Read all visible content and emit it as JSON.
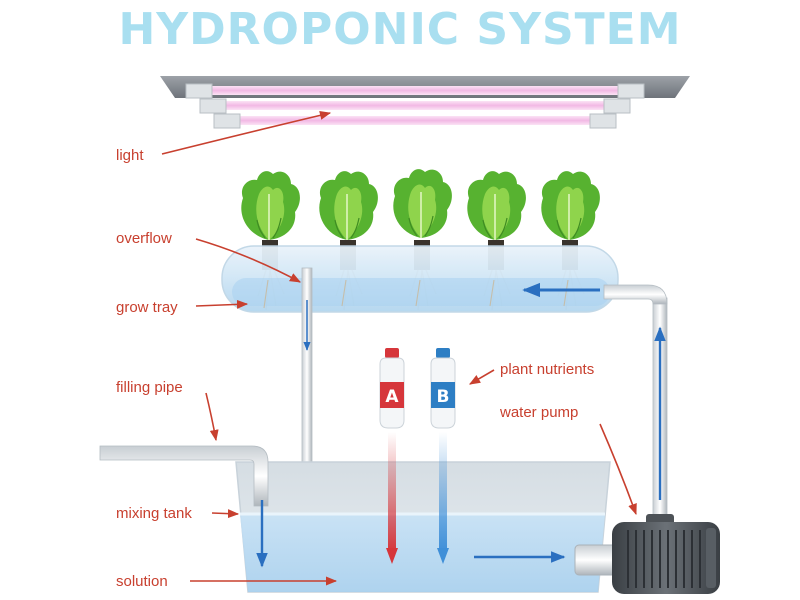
{
  "title": "HYDROPONIC SYSTEM",
  "labels": {
    "light": "light",
    "overflow": "overflow",
    "grow_tray": "grow tray",
    "filling_pipe": "filling pipe",
    "mixing_tank": "mixing tank",
    "solution": "solution",
    "plant_nutrients": "plant nutrients",
    "water_pump": "water pump"
  },
  "bottles": [
    {
      "letter": "A",
      "color": "#d6363b"
    },
    {
      "letter": "B",
      "color": "#2d7ec4"
    }
  ],
  "colors": {
    "title": "#a9dff0",
    "label": "#c8402f",
    "water": "#cfe7f7",
    "flow_arrow": "#2a6fc0",
    "nutrient_a": "#d6363b",
    "nutrient_b": "#3f8fd8",
    "leaf": "#57b230",
    "pump": "#4d5257"
  },
  "plant_count": 5
}
